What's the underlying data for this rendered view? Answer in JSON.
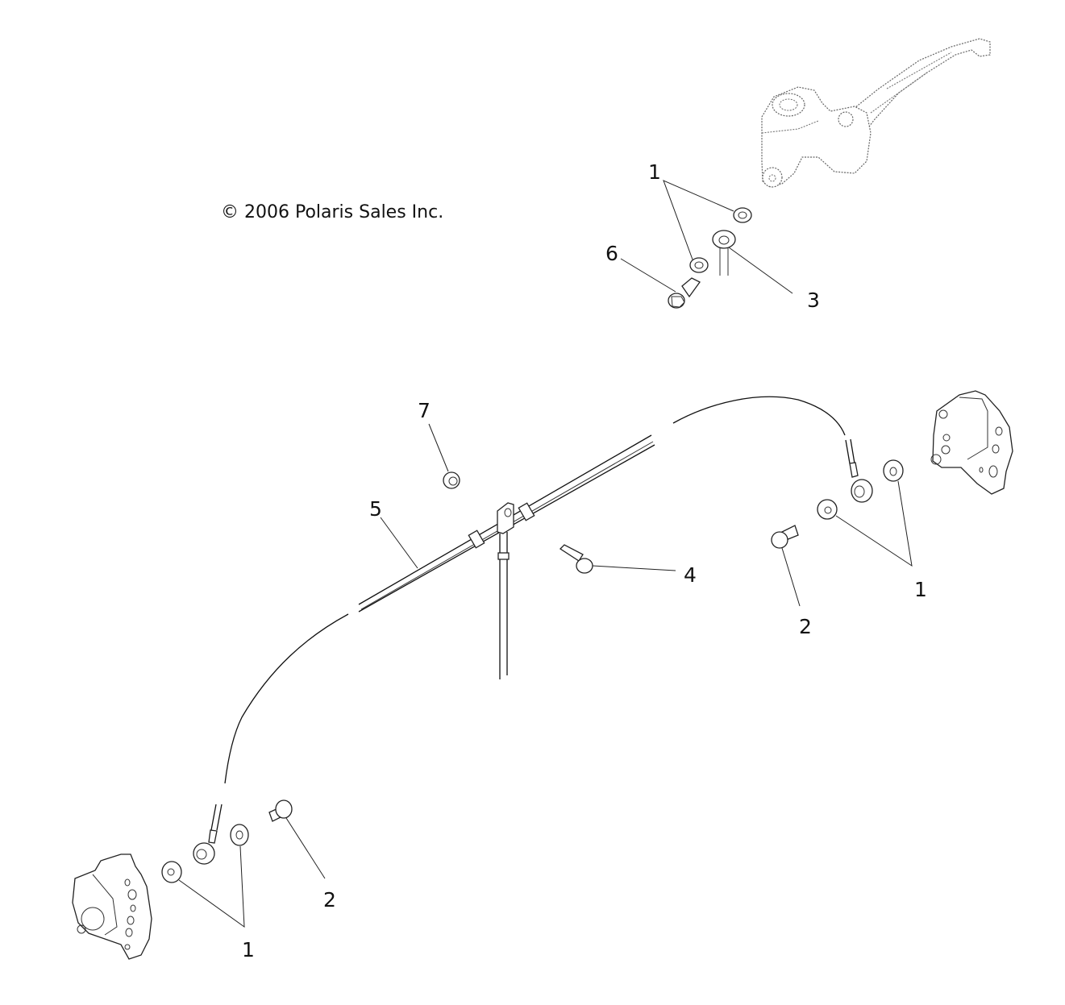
{
  "diagram": {
    "type": "exploded-parts-diagram",
    "subject": "Brake lines, master cylinder and calipers",
    "copyright": "© 2006 Polaris Sales Inc.",
    "components": [
      {
        "id": "master-cylinder",
        "label": "Master cylinder with brake lever"
      },
      {
        "id": "brake-line-assembly",
        "label": "Brake line with tee junction"
      },
      {
        "id": "caliper-right",
        "label": "Right brake caliper"
      },
      {
        "id": "caliper-left",
        "label": "Left brake caliper"
      }
    ],
    "callouts": [
      {
        "number": "1",
        "part": "Washer (master cylinder, 2x)"
      },
      {
        "number": "6",
        "part": "Banjo bolt (master cylinder)"
      },
      {
        "number": "3",
        "part": "Banjo fitting (master cylinder line)"
      },
      {
        "number": "7",
        "part": "Nut"
      },
      {
        "number": "5",
        "part": "Brake line assembly"
      },
      {
        "number": "4",
        "part": "Bolt"
      },
      {
        "number": "2",
        "part": "Banjo bolt (right caliper)"
      },
      {
        "number": "1",
        "part": "Washer (right caliper, 2x)"
      },
      {
        "number": "2",
        "part": "Banjo bolt (left caliper)"
      },
      {
        "number": "1",
        "part": "Washer (left caliper, 2x)"
      }
    ]
  }
}
